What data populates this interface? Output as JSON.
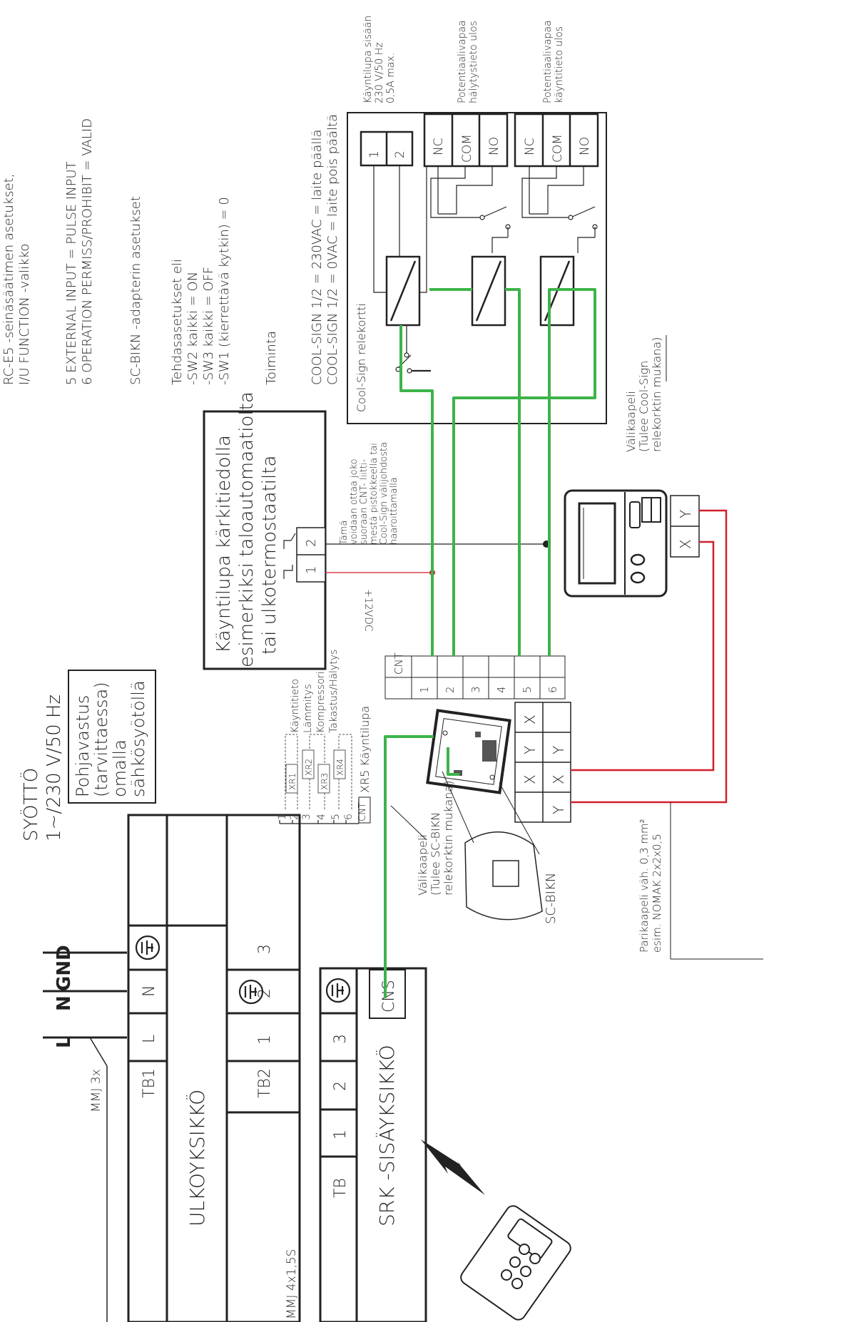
{
  "colors": {
    "ink": "#222222",
    "green": "#3db34a",
    "red": "#d11f2a"
  },
  "supply": {
    "title": "SYÖTTÖ",
    "spec": "1~/230 V/50 Hz",
    "L": "L",
    "N": "N",
    "GND": "GND",
    "cable_mmj3x": "MMJ 3x",
    "cable_mmj4x": "MMJ 4x1,5S"
  },
  "notes": {
    "rc_l1": "RC-E5 -seinäsäätimen asetukset,",
    "rc_l2": "I/U FUNCTION -valikko",
    "set5": "5 EXTERNAL INPUT = PULSE INPUT",
    "set6": "6 OPERATION PERMISS/PROHIBIT = VALID",
    "scbikn_title": "SC-BIKN -adapterin asetukset",
    "factory_title": "Tehdasasetukset eli",
    "sw2": "-SW2 kaikki = ON",
    "sw3": "-SW3 kaikki = OFF",
    "sw1": "-SW1 (kierrettävä kytkin) = 0",
    "toiminta": "Toiminta",
    "cool_on": "COOL-SIGN 1/2 = 230VAC = laite päällä",
    "cool_off": "COOL-SIGN 1/2 = 0VAC = laite pois päältä"
  },
  "outdoor": {
    "name": "ULKOYKSIKKÖ",
    "tb1": "TB1",
    "tb2": "TB2",
    "t_L": "L",
    "t_N": "N",
    "t_1": "1",
    "t_2": "2",
    "t_3": "3"
  },
  "indoor": {
    "name": "SRK -SISÄYKSIKKÖ",
    "tb": "TB",
    "cns": "CNS",
    "t_1": "1",
    "t_2": "2",
    "t_3": "3"
  },
  "heater": {
    "l1": "Pohjavastus",
    "l2": "(tarvittaessa)",
    "l3": "omalla",
    "l4": "sähkösyötöllä"
  },
  "permit": {
    "l1": "Käyntilupa kärkitiedolla",
    "l2": "esimerkiksi taloautomaatiolta",
    "l3": "tai ulkotermostaatilta",
    "t1": "1",
    "t2": "2"
  },
  "tap_note": {
    "l1": "Tämä",
    "l2": "voidaan ottaa joko",
    "l3": "suoraan CNT- liitti-",
    "l4": "mestä pistokkeella tai",
    "l5": "Cool-Sign välijohdosta",
    "l6": "haaroittamalla"
  },
  "dc_label": "+12VDC",
  "cnt": {
    "header": "CNT",
    "pins": [
      "1",
      "2",
      "3",
      "4",
      "5",
      "6"
    ]
  },
  "xr": {
    "rows": [
      "1",
      "2",
      "3",
      "4",
      "5",
      "6"
    ],
    "cnt": "CNT",
    "boxes": [
      "XR1",
      "XR2",
      "XR3",
      "XR4"
    ],
    "labels": [
      "Käyntitieto",
      "Lämmitys",
      "Kompressori",
      "Takastus/Hälytys"
    ],
    "xr5": "XR5 Käyntilupa"
  },
  "adapter_xy": {
    "top": [
      "X",
      "Y",
      "X"
    ],
    "bottom": [
      "Y",
      "X",
      "Y"
    ]
  },
  "scbikn": {
    "name": "SC-BIKN",
    "cable_l1": "Välikaapeli",
    "cable_l2": "(Tulee SC-BIKN",
    "cable_l3": "relekorktin mukana)"
  },
  "thermostat": {
    "x": "X",
    "y": "Y"
  },
  "pair_cable": {
    "l1": "Parikaapeli väh. 0,3 mm²",
    "l2": "esim. NOMAK 2x2x0,5"
  },
  "coolsign": {
    "name": "Cool-Sign relekortti",
    "cable_l1": "Välikaapeli",
    "cable_l2": "(Tulee Cool-Sign",
    "cable_l3": "relekorktin mukana)",
    "t1": "1",
    "t2": "2",
    "nc": "NC",
    "com": "COM",
    "no": "NO",
    "top1_l1": "Käyntilupa sisään",
    "top1_l2": "230 V/50 Hz",
    "top1_l3": "0,5A max.",
    "top2_l1": "Potentiaalivapaa",
    "top2_l2": "hälytystieto ulos",
    "top3_l1": "Potentiaalivapaa",
    "top3_l2": "käyntitieto ulos"
  }
}
